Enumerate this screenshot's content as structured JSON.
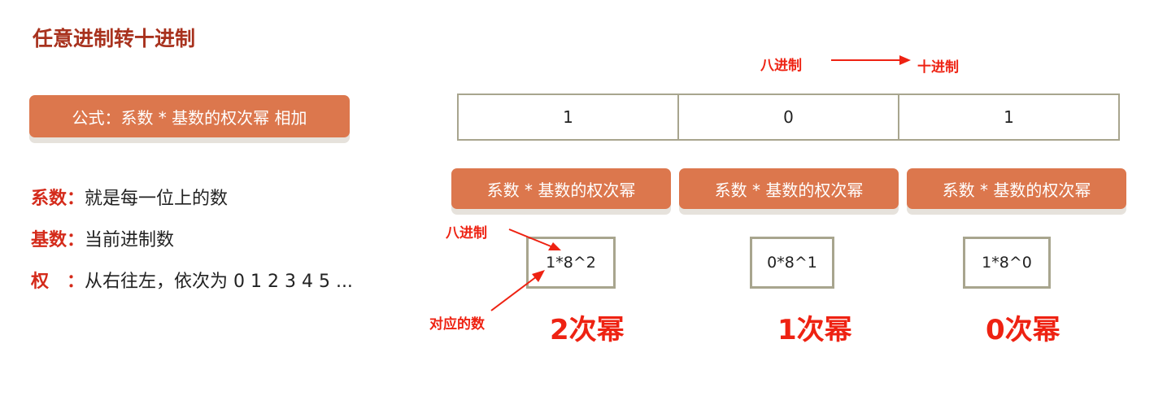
{
  "title": "任意进制转十进制",
  "formula": "公式：系数 * 基数的权次幂 相加",
  "definitions": [
    {
      "term": "系数：",
      "desc": "就是每一位上的数"
    },
    {
      "term": "基数：",
      "desc": "当前进制数"
    },
    {
      "term": "权　：",
      "desc": "从右往左，依次为 0 1 2 3 4 5 ..."
    }
  ],
  "conversion": {
    "from": "八进制",
    "to": "十进制"
  },
  "digits": [
    "1",
    "0",
    "1"
  ],
  "term_label": "系数 * 基数的权次幂",
  "terms": [
    "1*8^2",
    "0*8^1",
    "1*8^0"
  ],
  "powers": [
    "2次幂",
    "1次幂",
    "0次幂"
  ],
  "annotations": {
    "base": "八进制",
    "digit": "对应的数"
  }
}
